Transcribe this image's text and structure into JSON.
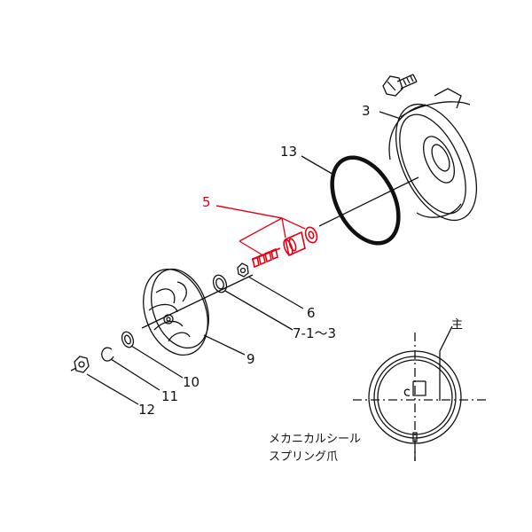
{
  "diagram": {
    "labels": {
      "part_3": "3",
      "part_5": "5",
      "part_6": "6",
      "part_7": "7-1～3",
      "part_9": "9",
      "part_10": "10",
      "part_11": "11",
      "part_12": "12",
      "part_13": "13"
    },
    "inset": {
      "top_label": "主",
      "mech_seal_label": "メカニカルシール",
      "spring_label": "スプリング爪"
    },
    "colors": {
      "highlight": "#e60012",
      "line": "#111111",
      "background": "#ffffff"
    }
  }
}
